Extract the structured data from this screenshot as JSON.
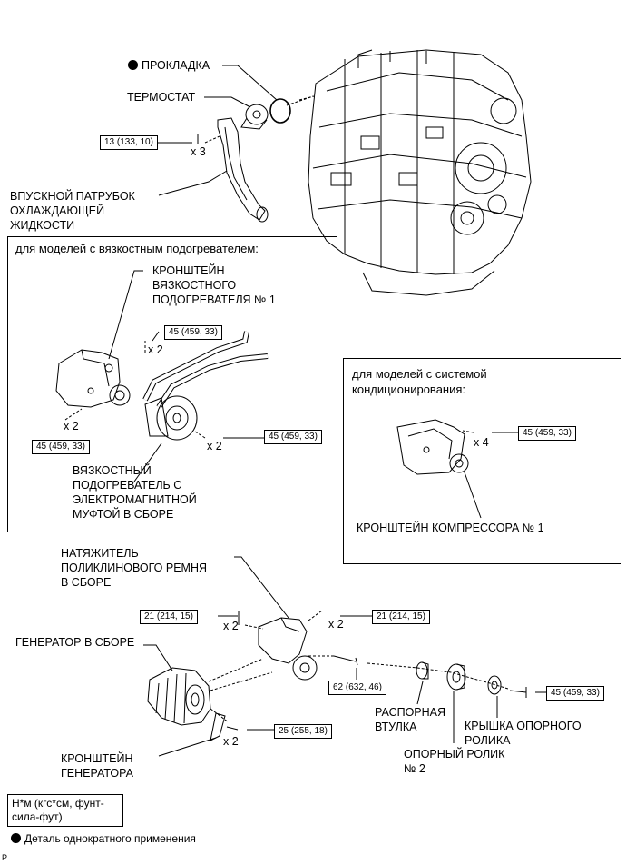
{
  "labels": {
    "gasket": "ПРОКЛАДКА",
    "thermostat": "ТЕРМОСТАТ",
    "water_inlet": "ВПУСКНОЙ ПАТРУБОК\nОХЛАЖДАЮЩЕЙ\nЖИДКОСТИ",
    "viscous_bracket": "КРОНШТЕЙН\nВЯЗКОСТНОГО\nПОДОГРЕВАТЕЛЯ № 1",
    "viscous_heater": "ВЯЗКОСТНЫЙ\nПОДОГРЕВАТЕЛЬ С\nЭЛЕКТРОМАГНИТНОЙ\nМУФТОЙ В СБОРЕ",
    "compressor_bracket": "КРОНШТЕЙН КОМПРЕССОРА № 1",
    "tensioner": "НАТЯЖИТЕЛЬ\nПОЛИКЛИНОВОГО РЕМНЯ\nВ СБОРЕ",
    "alternator": "ГЕНЕРАТОР В СБОРЕ",
    "alternator_bracket": "КРОНШТЕЙН\nГЕНЕРАТОРА",
    "spacer": "РАСПОРНАЯ\nВТУЛКА",
    "idler_cover": "КРЫШКА ОПОРНОГО\nРОЛИКА",
    "idler_pulley": "ОПОРНЫЙ РОЛИК\n№ 2"
  },
  "boxes": {
    "viscous_title": "для моделей с вязкостным подогревателем:",
    "ac_title": "для моделей с системой\nкондиционирования:"
  },
  "torques": {
    "t_inlet": "13 (133, 10)",
    "t_vb1": "45 (459, 33)",
    "t_vb2": "45 (459, 33)",
    "t_vh": "45 (459, 33)",
    "t_ac": "45 (459, 33)",
    "t_ten1": "21 (214, 15)",
    "t_ten2": "21 (214, 15)",
    "t_idler": "62 (632, 46)",
    "t_cover": "45 (459, 33)",
    "t_altbr": "25 (255, 18)"
  },
  "multipliers": {
    "m_inlet": "x 3",
    "m_vb1": "x 2",
    "m_vb2": "x 2",
    "m_vh": "x 2",
    "m_ac": "x 4",
    "m_ten1": "x 2",
    "m_ten2": "x 2",
    "m_altbr": "x 2"
  },
  "legend": {
    "units": "Н*м (кгс*см, фунт-\nсила-фут)",
    "non_reusable": "Деталь однократного применения"
  },
  "corner_mark": "P"
}
